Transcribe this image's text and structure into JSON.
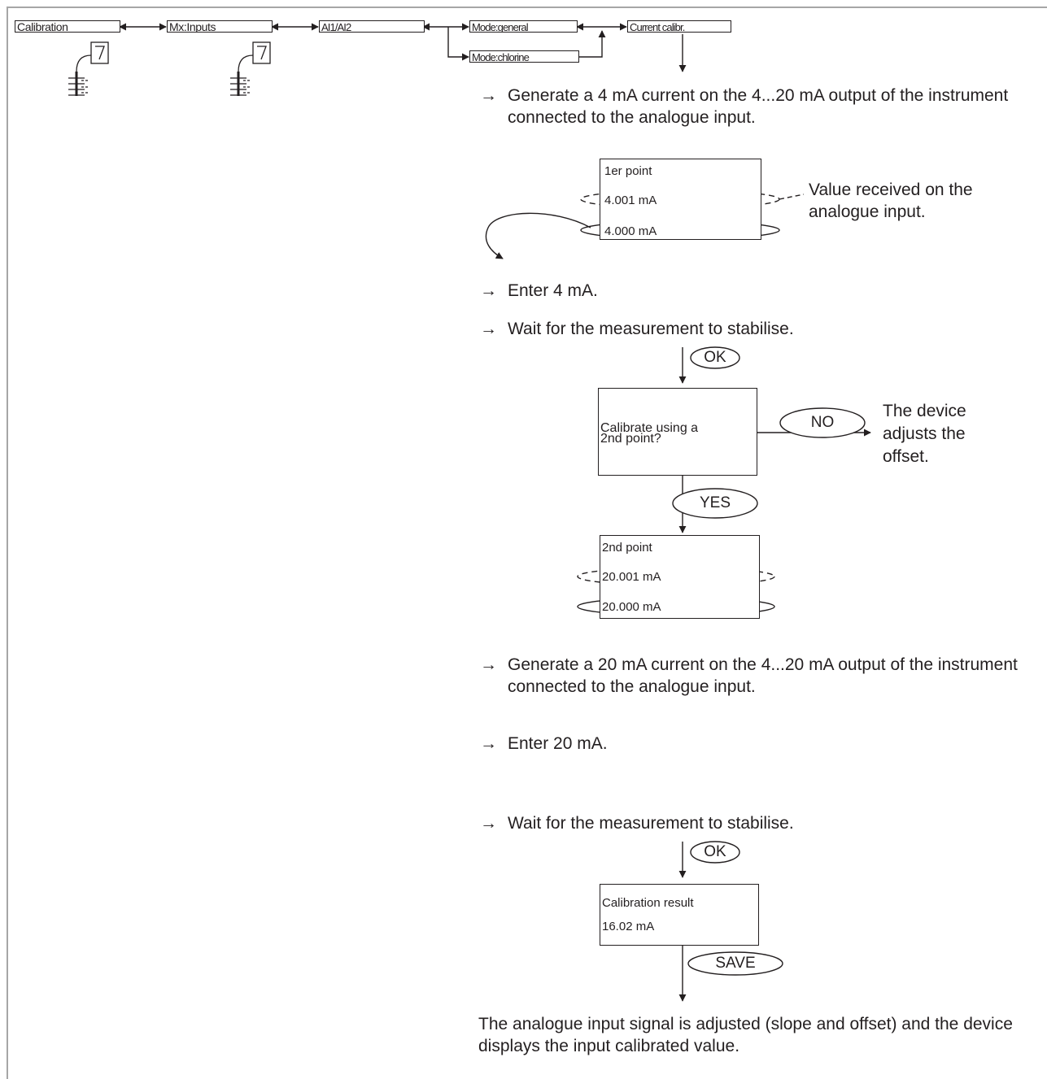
{
  "nav": {
    "calibration": "Calibration",
    "mx_inputs": "Mx:Inputs",
    "ai": "AI1/AI2",
    "mode_general": "Mode:general",
    "mode_chlorine": "Mode:chlorine",
    "current_calibr": "Current calibr."
  },
  "icons": {
    "probe": "probe-in-liquid-icon",
    "arrow": "right-arrow-icon"
  },
  "arrow_glyph": "→",
  "steps": {
    "generate_4": "Generate a 4 mA current on the 4...20 mA output of the instrument connected to the analogue input.",
    "enter_4": "Enter 4 mA.",
    "wait_1": "Wait for the measurement to stabilise.",
    "generate_20": "Generate a 20 mA current on the 4...20 mA output of the instrument connected to the analogue input.",
    "enter_20": "Enter 20 mA.",
    "wait_2": "Wait for the measurement to stabilise."
  },
  "point1": {
    "title": "1er point",
    "measured": "4.001 mA",
    "entered": "4.000 mA"
  },
  "value_note": "Value received on the analogue input.",
  "keys": {
    "ok": "OK",
    "no": "NO",
    "yes": "YES",
    "save": "SAVE"
  },
  "question": {
    "line1": "Calibrate using a",
    "line2": "2nd point?"
  },
  "no_result": "The device adjusts the offset.",
  "point2": {
    "title": "2nd point",
    "measured": "20.001 mA",
    "entered": "20.000 mA"
  },
  "result": {
    "title": "Calibration result",
    "value": "16.02 mA"
  },
  "conclusion": "The analogue input signal is adjusted (slope and offset) and the device displays the input calibrated value."
}
